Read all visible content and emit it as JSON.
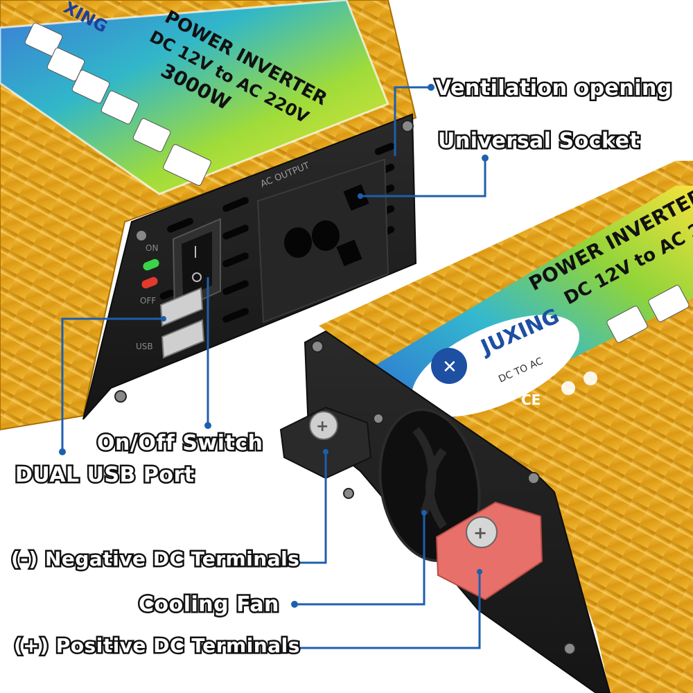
{
  "callouts": {
    "ventilation": "Ventilation opening",
    "socket": "Universal Socket",
    "switch": "On/Off Switch",
    "usb": "DUAL USB Port",
    "negative": "(-) Negative DC Terminals",
    "fan": "Cooling Fan",
    "positive": "(+) Positive DC Terminals"
  },
  "back_label": {
    "brand": "XING",
    "line1": "POWER INVERTER",
    "line2": "DC 12V to AC 220V",
    "line3": "3000W"
  },
  "front_label": {
    "brand": "JUXING",
    "tagline": "DC TO AC",
    "line1": "POWER INVERTER",
    "line2": "DC 12V to AC 2",
    "cert": "CE"
  },
  "panel_text": {
    "ac_output": "AC OUTPUT",
    "on": "ON",
    "off": "OFF",
    "usb": "USB"
  },
  "colors": {
    "casing": "#e5a51c",
    "panel": "#1c1c1c",
    "leader": "#1d5fae",
    "positive_cap": "#e8706a"
  }
}
